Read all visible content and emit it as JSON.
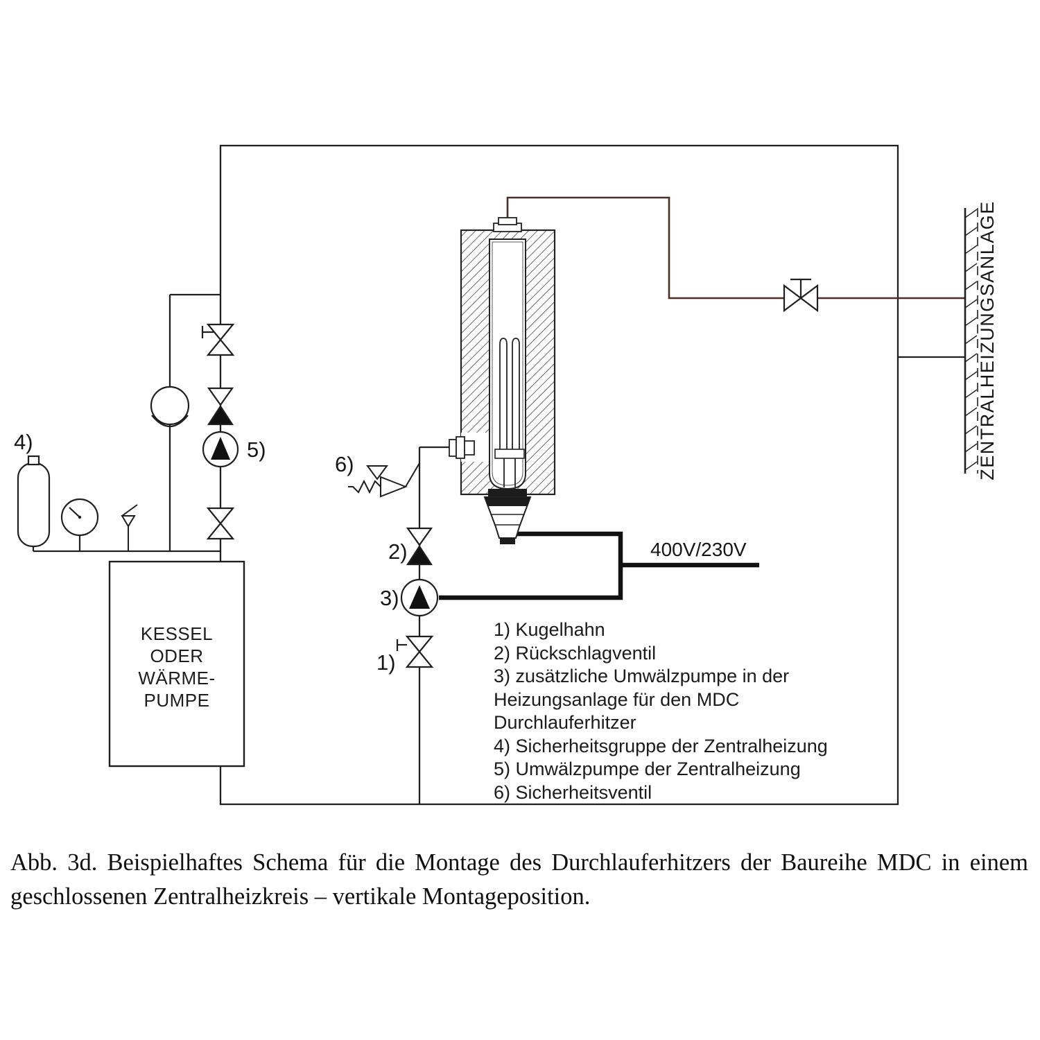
{
  "diagram": {
    "markers": {
      "k1": "1)",
      "k2": "2)",
      "k3": "3)",
      "k4": "4)",
      "k5": "5)",
      "k6": "6)"
    },
    "boiler_lines": [
      "KESSEL",
      "ODER",
      "WÄRME-",
      "PUMPE"
    ],
    "wall_label": "ZENTRALHEIZUNGSANLAGE",
    "power_label": "400V/230V",
    "colors": {
      "pipe": "#1f1f1f",
      "supply_pipe": "#4a2e27",
      "fill_dark": "#1c1c1c"
    }
  },
  "legend": {
    "items": [
      "1) Kugelhahn",
      "2) Rückschlagventil",
      "3) zusätzliche Umwälzpumpe in der Heizungsanlage für den MDC Durchlauferhitzer",
      "4) Sicherheitsgruppe der Zentralheizung",
      "5) Umwälzpumpe der Zentralheizung",
      "6) Sicherheitsventil"
    ]
  },
  "caption": "Abb. 3d. Beispielhaftes Schema für die Montage des Durchlauferhitzers der Baureihe MDC in einem geschlossenen Zentralheizkreis – vertikale Montageposition."
}
